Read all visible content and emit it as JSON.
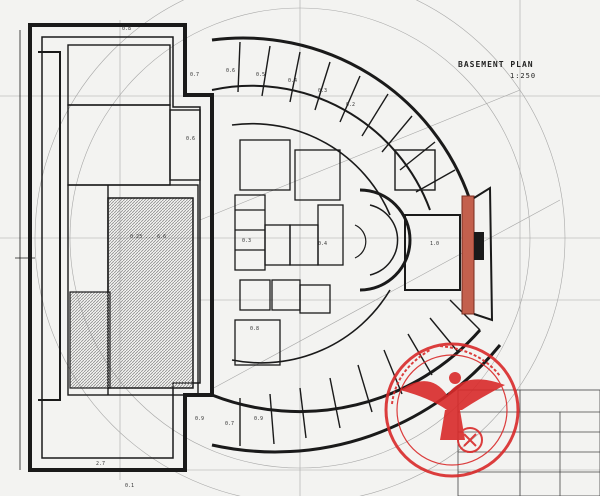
{
  "drawing": {
    "title": "BASEMENT PLAN",
    "scale": "1:250"
  },
  "room_labels": {
    "central_area": "0.23 ... 6.6"
  },
  "colors": {
    "paper": "#f3f3f1",
    "ink": "#1a1a1a",
    "hatch": "#9a9a9a",
    "highlight_wall": "#c3604d",
    "stamp_red": "#d92a2a"
  },
  "stamp": {
    "icon": "eagle-seal-icon"
  }
}
